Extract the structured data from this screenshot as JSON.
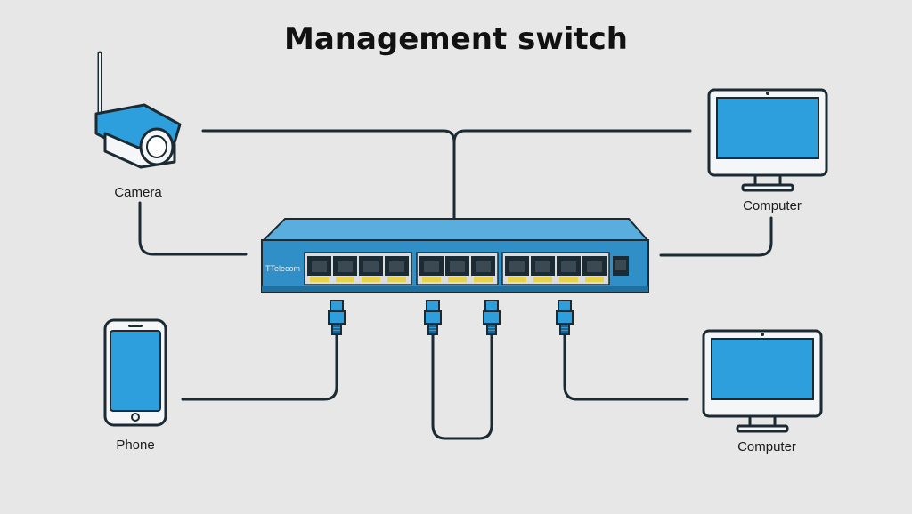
{
  "title": "Management switch",
  "devices": {
    "camera": "Camera",
    "computer_top": "Computer",
    "phone": "Phone",
    "computer_bottom": "Computer"
  },
  "switch": {
    "brand": "TTelecom"
  },
  "colors": {
    "background": "#e6e7e6",
    "switch_blue": "#2f8fc6",
    "screen_blue": "#2d9fdc",
    "line": "#1b2a33",
    "port_led": "#e8d24a"
  }
}
